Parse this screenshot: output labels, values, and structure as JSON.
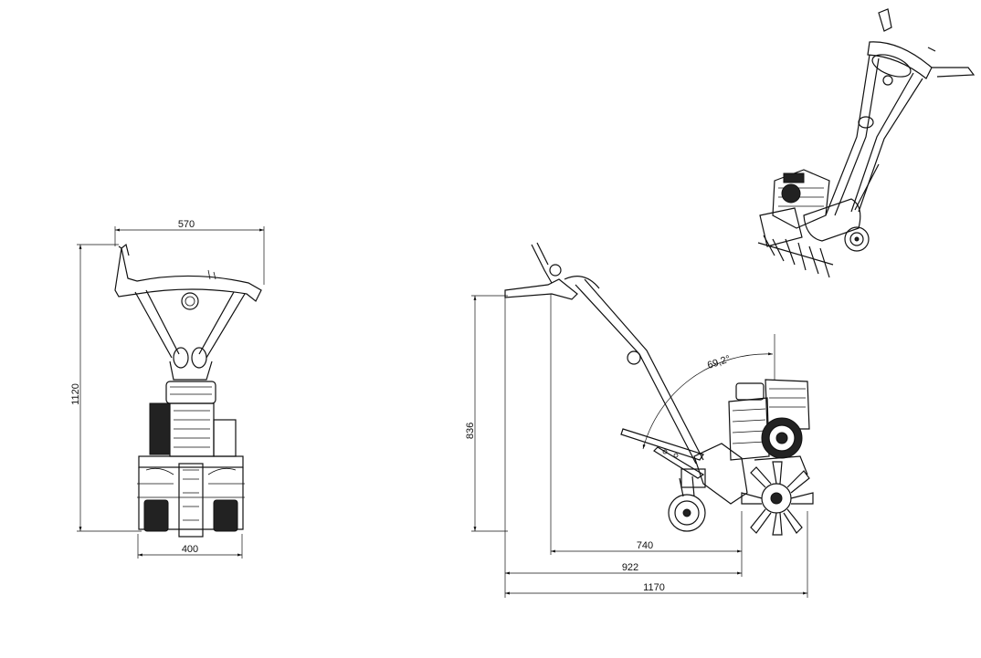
{
  "front_view": {
    "width_top": "570",
    "height": "1120",
    "width_bottom": "400"
  },
  "side_view": {
    "height": "836",
    "angle": "69,2°",
    "length_a": "740",
    "length_b": "922",
    "length_c": "1170"
  }
}
